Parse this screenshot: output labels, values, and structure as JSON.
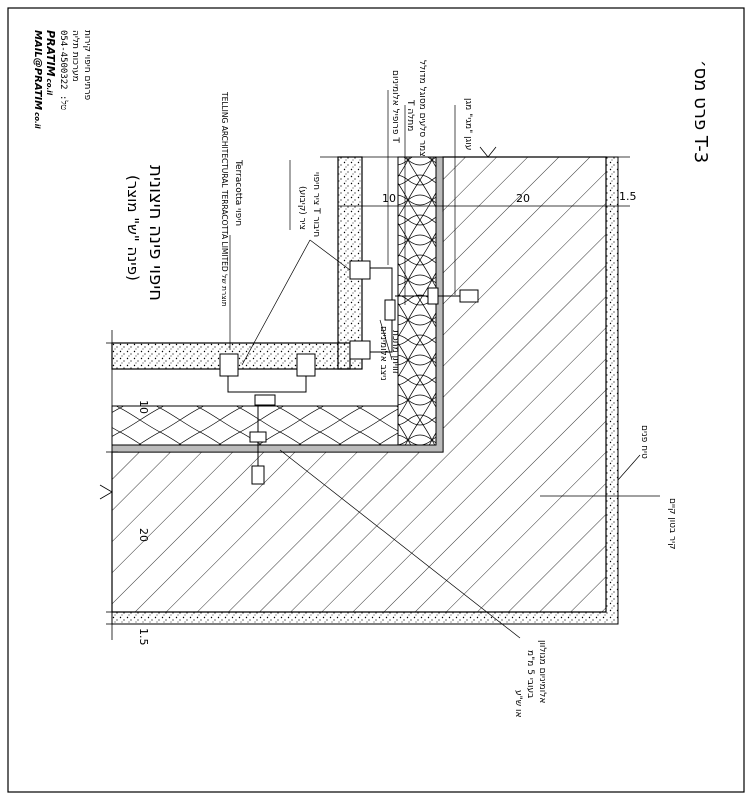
{
  "title": "פרט מס׳ T-3",
  "subtitle": "חיפוי פינה חיצונית",
  "subtitle2": "(פינה \"ש\" מוצר)",
  "company": {
    "line1": "פרתים חיפוי קירות",
    "line2": "מערכות תליה",
    "phone": "054-4500322 :טל",
    "logo": "PRATIM",
    "logo_suffix": "co.il",
    "mail": "MAIL@PRATIM",
    "mail_suffix": "co.il"
  },
  "labels": {
    "mesh_anchor": "עוגן \"מגי\" מגן",
    "mineral_wool": "צמר סלעים מסוגל מדולל",
    "hanger_t": "T מתלה",
    "profile_t": "פרופיל אלומיניום T",
    "terracotta": "Terracotta חיפוי",
    "terracotta_brand": "TELLING ARCHITECTURAL TERRACOTTA LIMITED תוצרת של",
    "angle_clip": "ציר חיפוי T חיבור",
    "angle_clip2": "(קיבוע) ציר",
    "concrete_wall": "קיר בטון קיים",
    "plaster": "טיח פנים",
    "screw_bracket": "זוויתן מתכת",
    "screw_bracket2": "ניצב אלומיניום",
    "bottom_note1": "אלומיניום מגולוון",
    "bottom_note2": "בעובי 5 מ\"מ",
    "bottom_note3": "או ש\"ע"
  },
  "dimensions": {
    "top_10": "10",
    "top_20": "20",
    "top_15": "1.5",
    "left_10": "10",
    "left_20": "20",
    "left_15": "1.5"
  },
  "colors": {
    "line": "#000000",
    "hatch": "#000000",
    "background": "#ffffff"
  }
}
